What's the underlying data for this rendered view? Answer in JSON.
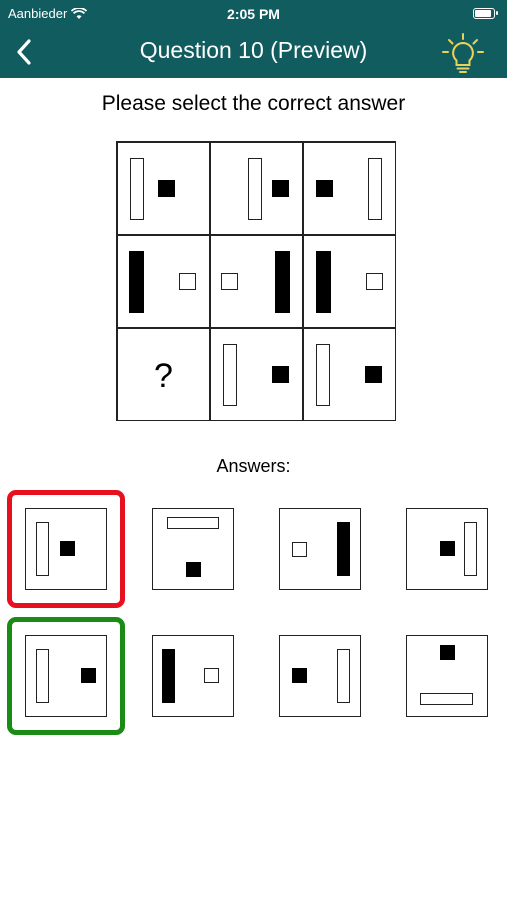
{
  "status_bar": {
    "carrier": "Aanbieder",
    "time": "2:05 PM"
  },
  "header": {
    "title": "Question 10 (Preview)",
    "back_icon": "chevron-left-icon",
    "hint_icon": "lightbulb-icon",
    "background_color": "#115c5f"
  },
  "prompt": "Please select the correct answer",
  "matrix": {
    "missing_cell_symbol": "?"
  },
  "answers": {
    "label": "Answers:",
    "selected_wrong_color": "#e6101e",
    "correct_color": "#1a8c16"
  }
}
